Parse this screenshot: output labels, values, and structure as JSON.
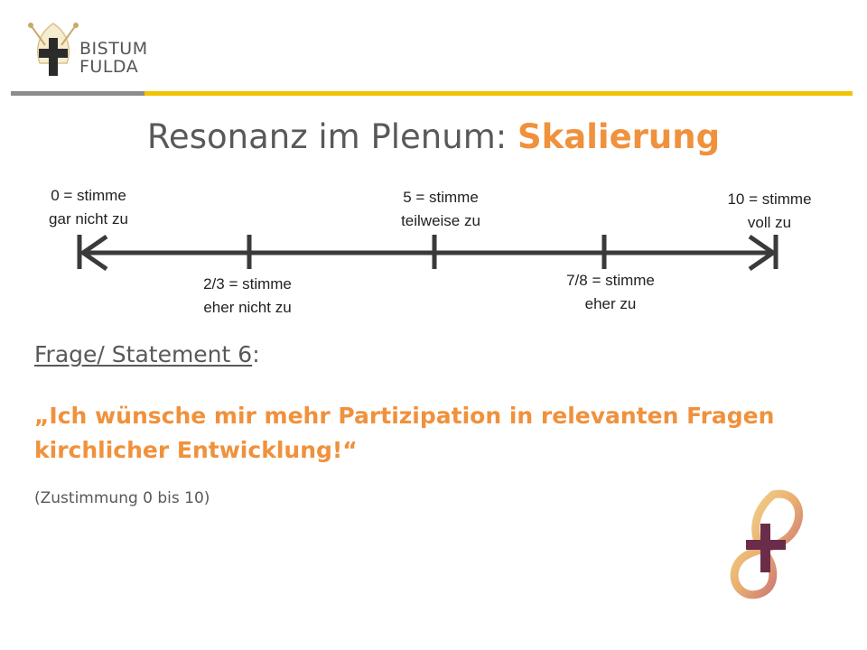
{
  "header": {
    "logo_line1": "BISTUM",
    "logo_line2": "FULDA",
    "logo_icon": "mitre-cross-logo-icon"
  },
  "title": {
    "prefix": "Resonanz im Plenum: ",
    "accent": "Skalierung"
  },
  "scale": {
    "range": [
      0,
      10
    ],
    "labels": [
      {
        "text_line1": "0 = stimme",
        "text_line2": "gar nicht zu"
      },
      {
        "text_line1": "2/3 = stimme",
        "text_line2": "eher nicht zu"
      },
      {
        "text_line1": "5 = stimme",
        "text_line2": "teilweise zu"
      },
      {
        "text_line1": "7/8 = stimme",
        "text_line2": "eher zu"
      },
      {
        "text_line1": "10 = stimme",
        "text_line2": "voll zu"
      }
    ]
  },
  "question": {
    "heading": "Frage/ Statement 6",
    "heading_suffix": ":",
    "quote_line1": "„Ich wünsche mir mehr Partizipation in relevanten Fragen",
    "quote_line2": "kirchlicher Entwicklung!“",
    "note": "(Zustimmung 0 bis 10)"
  },
  "colors": {
    "accent": "#f0913c",
    "gold": "#f2c400",
    "text_gray": "#595959",
    "arrow": "#3a3a3a"
  },
  "footer": {
    "emblem_icon": "infinity-cross-emblem-icon"
  }
}
